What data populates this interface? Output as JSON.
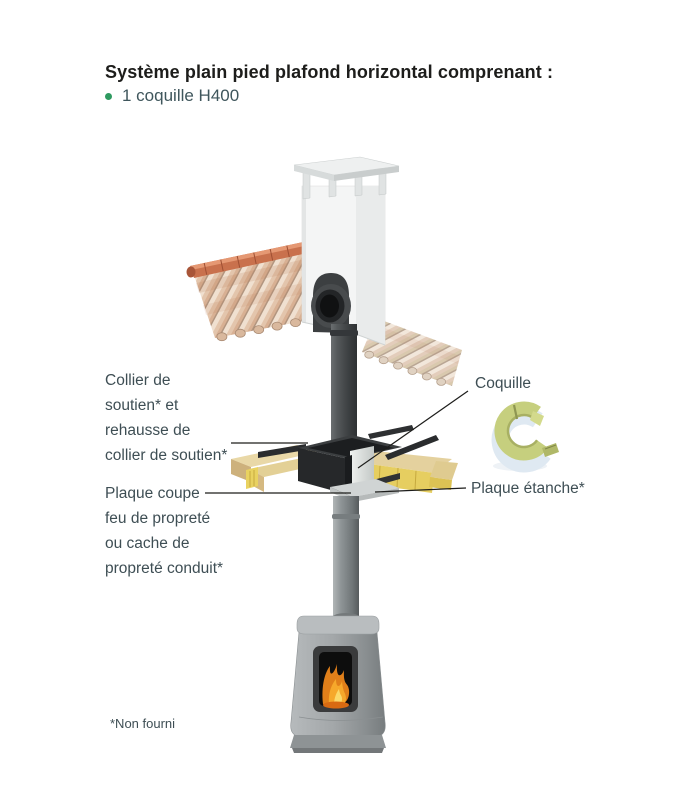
{
  "header": {
    "title": "Système plain pied plafond horizontal comprenant :",
    "bullet_item": "1 coquille H400",
    "bullet_icon": "green-dot"
  },
  "diagram": {
    "labels": {
      "collier_lines": [
        "Collier de",
        "soutien* et",
        "rehausse de",
        "collier de soutien*"
      ],
      "plaque_coupe_lines": [
        "Plaque coupe",
        "feu de propreté",
        "ou cache de",
        "propreté conduit*"
      ],
      "coquille": "Coquille",
      "plaque_etanche": "Plaque étanche*"
    },
    "footnote": "*Non fourni",
    "colors": {
      "accent_green": "#2f9a60",
      "title_text": "#1d1d1b",
      "label_text": "#3e4e54",
      "leader_line": "#1d1d1b",
      "roof_ridge": "#c9714d",
      "tile_light": "#ecd9c8",
      "chimney_white": "#f4f5f5",
      "pipe_dark": "#44474a",
      "pipe_mid": "#8f9597",
      "stove_gray": "#a3a7a9",
      "flame_orange": "#e07f1a",
      "wood_tan": "#e9d8a7",
      "insulation_yellow": "#e6ce60",
      "shell_green": "#c6cf7e",
      "shell_blue": "#dfe9f2"
    }
  }
}
